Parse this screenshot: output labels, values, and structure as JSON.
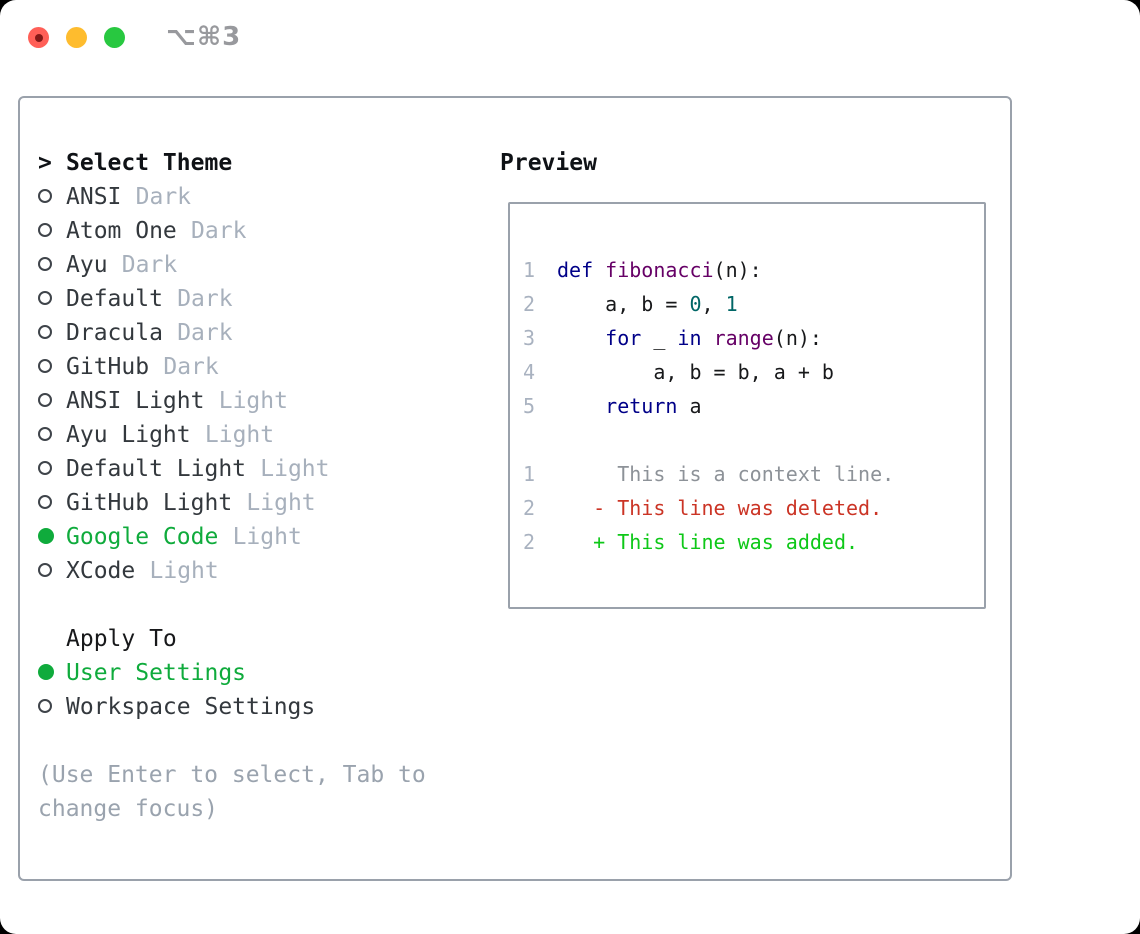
{
  "window": {
    "title": "⌥⌘3"
  },
  "left": {
    "header": {
      "prefix": ">",
      "label": "Select Theme"
    },
    "themes": [
      {
        "name": "ANSI",
        "tag": "Dark",
        "selected": false
      },
      {
        "name": "Atom One",
        "tag": "Dark",
        "selected": false
      },
      {
        "name": "Ayu",
        "tag": "Dark",
        "selected": false
      },
      {
        "name": "Default",
        "tag": "Dark",
        "selected": false
      },
      {
        "name": "Dracula",
        "tag": "Dark",
        "selected": false
      },
      {
        "name": "GitHub",
        "tag": "Dark",
        "selected": false
      },
      {
        "name": "ANSI Light",
        "tag": "Light",
        "selected": false
      },
      {
        "name": "Ayu Light",
        "tag": "Light",
        "selected": false
      },
      {
        "name": "Default Light",
        "tag": "Light",
        "selected": false
      },
      {
        "name": "GitHub Light",
        "tag": "Light",
        "selected": false
      },
      {
        "name": "Google Code",
        "tag": "Light",
        "selected": true
      },
      {
        "name": "XCode",
        "tag": "Light",
        "selected": false
      }
    ],
    "apply_to": {
      "header": "Apply To",
      "options": [
        {
          "label": "User Settings",
          "selected": true
        },
        {
          "label": "Workspace Settings",
          "selected": false
        }
      ]
    },
    "help_lines": [
      "(Use Enter to select, Tab to",
      "change focus)"
    ]
  },
  "preview": {
    "header": "Preview",
    "code_lines": [
      {
        "num": "1",
        "tokens": [
          {
            "c": "kw",
            "s": "def"
          },
          {
            "c": "pl",
            "s": " "
          },
          {
            "c": "fn",
            "s": "fibonacci"
          },
          {
            "c": "pl",
            "s": "(n):"
          }
        ]
      },
      {
        "num": "2",
        "tokens": [
          {
            "c": "pl",
            "s": "    a, b = "
          },
          {
            "c": "num",
            "s": "0"
          },
          {
            "c": "pl",
            "s": ", "
          },
          {
            "c": "num",
            "s": "1"
          }
        ]
      },
      {
        "num": "3",
        "tokens": [
          {
            "c": "pl",
            "s": "    "
          },
          {
            "c": "kw",
            "s": "for"
          },
          {
            "c": "pl",
            "s": " _ "
          },
          {
            "c": "kw",
            "s": "in"
          },
          {
            "c": "pl",
            "s": " "
          },
          {
            "c": "fn",
            "s": "range"
          },
          {
            "c": "pl",
            "s": "(n):"
          }
        ]
      },
      {
        "num": "4",
        "tokens": [
          {
            "c": "pl",
            "s": "        a, b = b, a + b"
          }
        ]
      },
      {
        "num": "5",
        "tokens": [
          {
            "c": "pl",
            "s": "    "
          },
          {
            "c": "kw",
            "s": "return"
          },
          {
            "c": "pl",
            "s": " a"
          }
        ]
      }
    ],
    "diff_lines": [
      {
        "num": "1",
        "kind": "context",
        "text": "     This is a context line."
      },
      {
        "num": "2",
        "kind": "deleted",
        "text": "   - This line was deleted."
      },
      {
        "num": "2",
        "kind": "added",
        "text": "   + This line was added."
      }
    ]
  },
  "colors": {
    "keyword": "#000088",
    "function_name": "#660066",
    "number_literal": "#006666",
    "code_plain": "#17181a",
    "line_number": "#a9b2c0",
    "diff_context": "#8d9298",
    "diff_deleted": "#cb3425",
    "diff_added": "#0ec818",
    "selection_green": "#0fab3c",
    "item_text": "#33383d",
    "variant_tag": "#a7b0bc",
    "help_text": "#9aa3ae",
    "panel_border": "#9aa1ab",
    "traffic_red": "#ff5f57",
    "traffic_yellow": "#febc2e",
    "traffic_green": "#28c840",
    "window_title_gray": "#98999d"
  }
}
